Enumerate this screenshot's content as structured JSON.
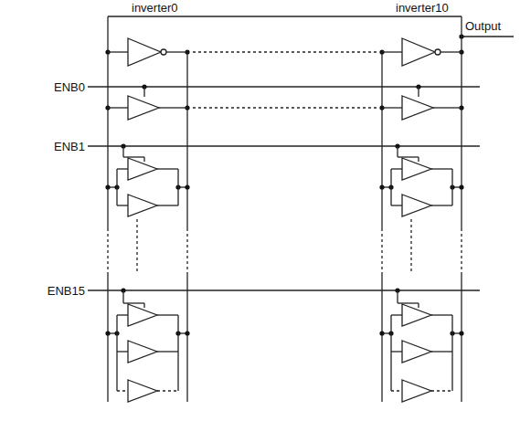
{
  "diagram": {
    "labels": [
      "inverter0",
      "inverter10",
      "Output",
      "ENB0",
      "ENB1",
      "ENB15"
    ]
  }
}
